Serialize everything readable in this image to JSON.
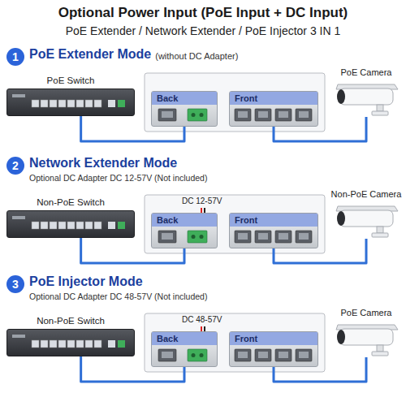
{
  "diagram": {
    "title": "Optional Power Input (PoE Input + DC Input)",
    "nodes": [
      {
        "text": [
          "1"
        ]
      },
      {
        "text": [
          "PoE Switch"
        ]
      },
      {
        "text": [
          "Back"
        ]
      },
      {
        "text": [
          "Front"
        ]
      },
      {
        "text": [
          "PoE Camera"
        ]
      },
      {
        "text": [
          "2"
        ]
      },
      {
        "text": [
          "Non-PoE Switch"
        ]
      },
      {
        "text": [
          "Back"
        ]
      },
      {
        "text": [
          "Front"
        ]
      },
      {
        "text": [
          "Non-PoE Camera"
        ]
      },
      {
        "text": [
          "3"
        ]
      },
      {
        "text": [
          "Non-PoE Switch"
        ]
      },
      {
        "text": [
          "Back"
        ]
      },
      {
        "text": [
          "Front"
        ]
      },
      {
        "text": [
          "PoE Camera"
        ]
      }
    ],
    "edges": [
      {
        "from": 1,
        "to": 2,
        "arrow": "none"
      },
      {
        "from": 3,
        "to": 4,
        "arrow": "none"
      },
      {
        "from": 6,
        "to": 7,
        "arrow": "none"
      },
      {
        "from": 8,
        "to": 9,
        "arrow": "none"
      },
      {
        "from": 11,
        "to": 12,
        "arrow": "none"
      },
      {
        "from": 13,
        "to": 14,
        "arrow": "none"
      }
    ],
    "labels": [
      "PoE Extender / Network Extender / PoE Injector 3 IN 1",
      "PoE Extender Mode",
      "(without DC Adapter)",
      "Network Extender Mode",
      "Optional DC Adapter DC 12-57V (Not included)",
      "DC 12-57V",
      "PoE Injector Mode",
      "Optional DC Adapter DC 48-57V (Not included)",
      "DC 48-57V"
    ]
  }
}
